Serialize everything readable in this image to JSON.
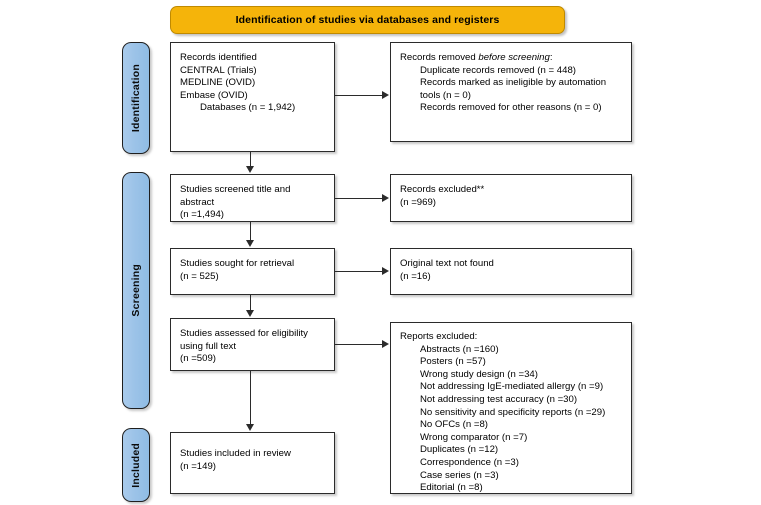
{
  "banner": {
    "title": "Identification of studies via databases and registers"
  },
  "stages": [
    {
      "label": "Identification"
    },
    {
      "label": "Screening"
    },
    {
      "label": "Included"
    }
  ],
  "boxes": {
    "identified": {
      "l1": "Records identified",
      "l2": "CENTRAL (Trials)",
      "l3": "MEDLINE (OVID)",
      "l4": "Embase (OVID)",
      "l5": "Databases (n = 1,942)"
    },
    "removed_before_screening": {
      "l1_a": "Records removed ",
      "l1_b": "before screening",
      "l1_c": ":",
      "l2": "Duplicate records removed (n = 448)",
      "l3": "Records marked as ineligible by automation tools (n = 0)",
      "l4": "Records removed for other reasons (n = 0)"
    },
    "screened": {
      "l1": "Studies screened title and abstract",
      "l2": "(n =1,494)"
    },
    "records_excluded": {
      "l1": "Records excluded**",
      "l2": "(n =969)"
    },
    "sought": {
      "l1": "Studies sought for retrieval",
      "l2": "(n = 525)"
    },
    "not_found": {
      "l1": "Original text not found",
      "l2": "(n =16)"
    },
    "assessed": {
      "l1": "Studies assessed for eligibility using full text",
      "l2": "(n =509)"
    },
    "reports_excluded": {
      "title": "Reports excluded:",
      "items": [
        "Abstracts (n =160)",
        "Posters (n =57)",
        "Wrong study design (n =34)",
        "Not addressing IgE-mediated allergy (n =9)",
        "Not addressing test accuracy (n =30)",
        "No sensitivity and specificity reports (n =29)",
        "No OFCs (n =8)",
        "Wrong comparator (n =7)",
        "Duplicates (n =12)",
        "Correspondence (n =3)",
        "Case series (n =3)",
        "Editorial (n =8)"
      ]
    },
    "included": {
      "l1": "Studies included in review",
      "l2": "(n =149)"
    }
  },
  "colors": {
    "banner_fill": "#F5B40A",
    "stage_fill": "#9DC3E6",
    "box_border": "#2b2b2b",
    "background": "#FFFFFF"
  }
}
